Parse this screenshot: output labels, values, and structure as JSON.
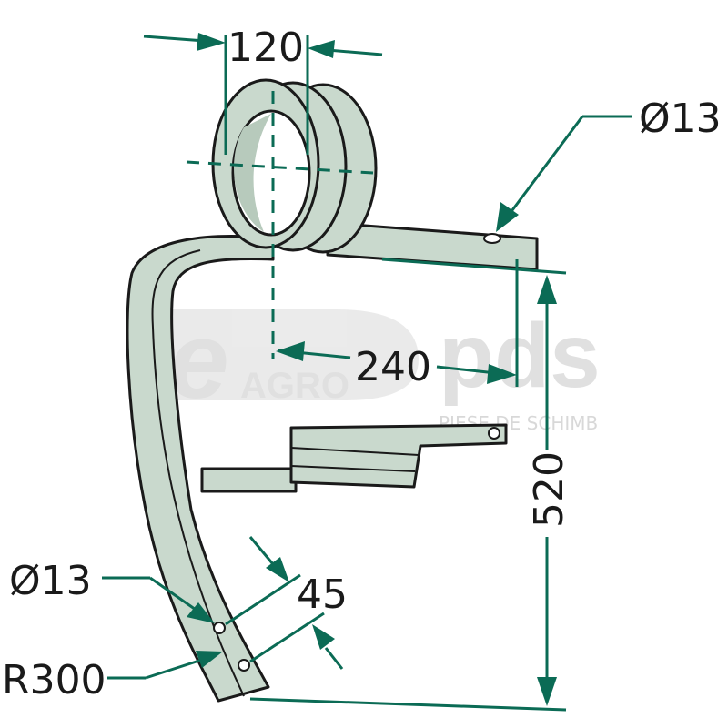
{
  "drawing": {
    "dimensions": {
      "coil_width": "120",
      "hole_diameter_top": "Ø13",
      "offset": "240",
      "height": "520",
      "hole_diameter_bottom": "Ø13",
      "hole_spacing": "45",
      "radius": "R300"
    },
    "watermark": {
      "brand_e": "e",
      "brand_agro": "AGRO",
      "brand_pds": "pds",
      "tagline": "PIESE DE SCHIMB"
    },
    "colors": {
      "dimension_line": "#0b6b55",
      "part_fill": "#c9d9cd"
    }
  }
}
